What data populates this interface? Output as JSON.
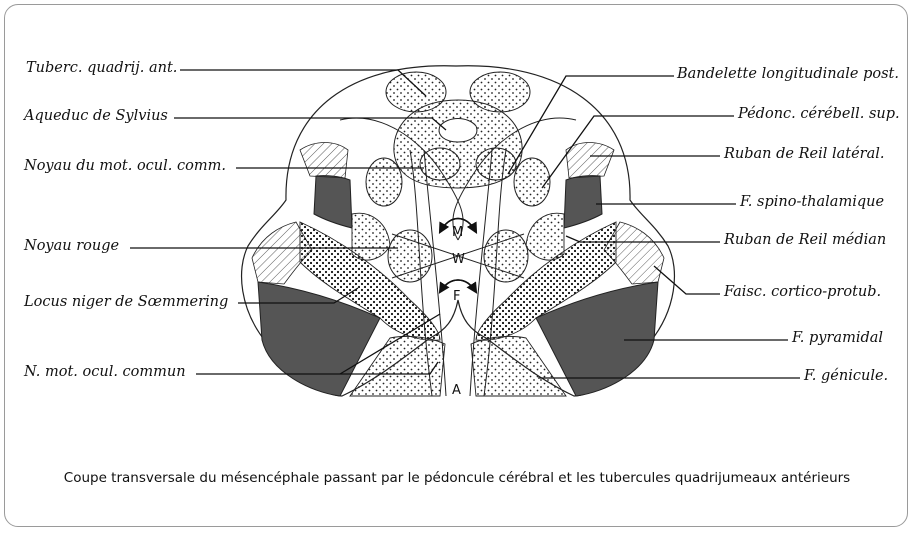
{
  "labels_left": [
    {
      "id": "tuberc",
      "text": "Tuberc. quadrij. ant."
    },
    {
      "id": "aqueduc",
      "text": "Aqueduc de Sylvius"
    },
    {
      "id": "noyau-mot",
      "text": "Noyau du mot. ocul. comm."
    },
    {
      "id": "noyau-rouge",
      "text": "Noyau rouge"
    },
    {
      "id": "locus",
      "text": "Locus niger de Sœmmering"
    },
    {
      "id": "n-mot",
      "text": "N. mot. ocul. commun"
    }
  ],
  "labels_right": [
    {
      "id": "bandelette",
      "text": "Bandelette longitudinale post."
    },
    {
      "id": "pedonc",
      "text": "Pédonc. cérébell. sup."
    },
    {
      "id": "ruban-lat",
      "text": "Ruban de Reil latéral."
    },
    {
      "id": "spino",
      "text": "F. spino-thalamique"
    },
    {
      "id": "ruban-med",
      "text": "Ruban de Reil médian"
    },
    {
      "id": "faisc",
      "text": "Faisc. cortico-protub."
    },
    {
      "id": "pyramidal",
      "text": "F. pyramidal"
    },
    {
      "id": "genicule",
      "text": "F. génicule."
    }
  ],
  "letters": {
    "m": "M",
    "w": "W",
    "f": "F",
    "a": "A"
  },
  "caption": "Coupe transversale du mésencéphale passant par le pédoncule cérébral et les tubercules quadrijumeaux antérieurs",
  "colors": {
    "dark_fill": "#555555",
    "stroke": "#222222",
    "frame": "#9a9a9a"
  }
}
